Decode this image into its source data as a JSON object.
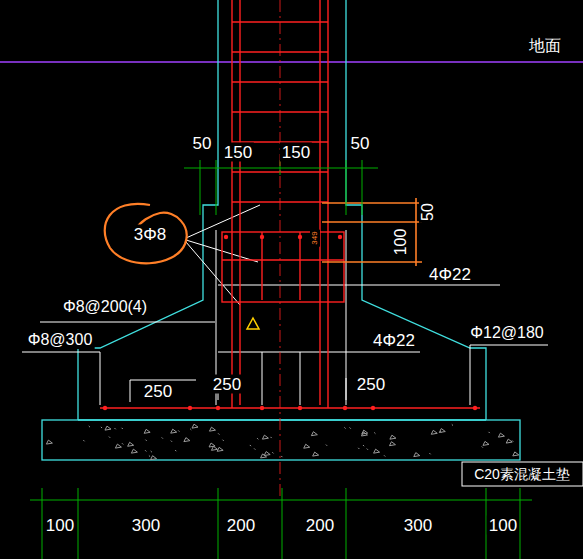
{
  "diagram": {
    "labels": [
      "地面",
      "50",
      "150",
      "150",
      "50",
      "50",
      "100",
      "349",
      "3Φ8",
      "4Φ22",
      "Φ8@200(4)",
      "Φ8@300",
      "4Φ22",
      "Φ12@180",
      "250",
      "250",
      "250",
      "C20素混凝土垫",
      "100",
      "300",
      "200",
      "200",
      "300",
      "100"
    ]
  }
}
